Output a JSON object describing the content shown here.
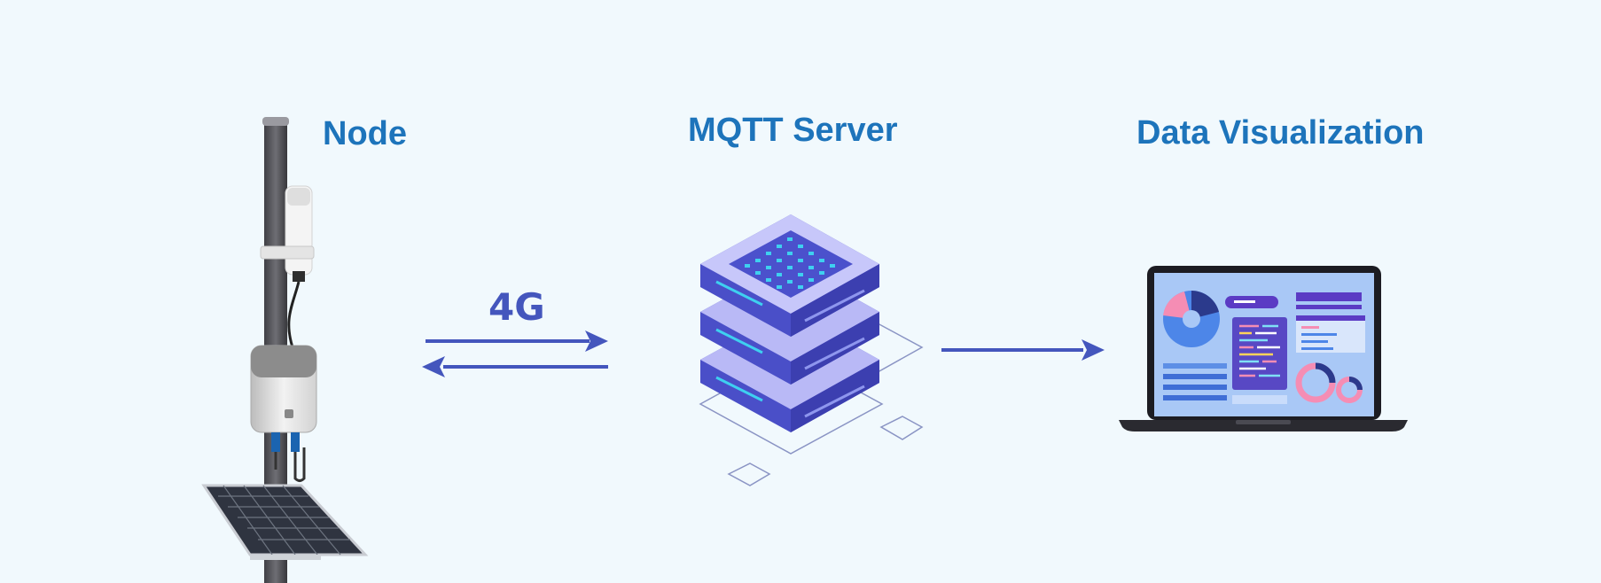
{
  "labels": {
    "node": "Node",
    "mqtt_server": "MQTT Server",
    "data_visualization": "Data Visualization",
    "link": "4G"
  },
  "colors": {
    "background": "#f1f9fd",
    "title": "#1d74bb",
    "arrow": "#4456bd",
    "server_top": "#b9b9f6",
    "server_side": "#4a4fc8",
    "server_dots": "#3ed0f0",
    "laptop_screen": "#a9c8f6"
  },
  "icons": {
    "node": "weather-station-pole-icon",
    "server": "server-stack-icon",
    "visualization": "laptop-dashboard-icon"
  }
}
